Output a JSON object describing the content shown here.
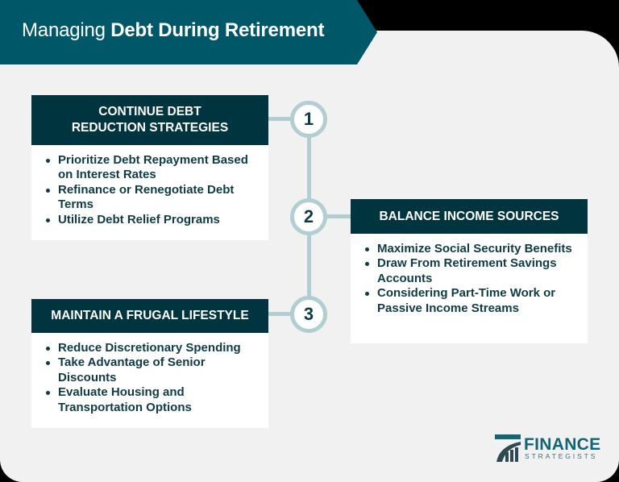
{
  "header": {
    "title_light": "Managing ",
    "title_bold": "Debt During Retirement"
  },
  "steps": [
    {
      "number": "1",
      "title": "CONTINUE DEBT REDUCTION STRATEGIES",
      "items": [
        "Prioritize Debt Repayment Based on Interest Rates",
        "Refinance or Renegotiate Debt Terms",
        "Utilize Debt Relief Programs"
      ]
    },
    {
      "number": "2",
      "title": "BALANCE INCOME SOURCES",
      "items": [
        "Maximize Social Security Benefits",
        "Draw From Retirement Savings Accounts",
        "Considering Part-Time Work or Passive Income Streams"
      ]
    },
    {
      "number": "3",
      "title": "MAINTAIN A FRUGAL LIFESTYLE",
      "items": [
        "Reduce Discretionary Spending",
        "Take Advantage of Senior Discounts",
        "Evaluate Housing and Transportation Options"
      ]
    }
  ],
  "logo": {
    "line1": "FINANCE",
    "line2": "STRATEGISTS"
  },
  "colors": {
    "banner": "#005767",
    "card_header": "#00343f",
    "text": "#0f3b45",
    "connector": "#b2ced3",
    "background": "#f1f1f1"
  }
}
